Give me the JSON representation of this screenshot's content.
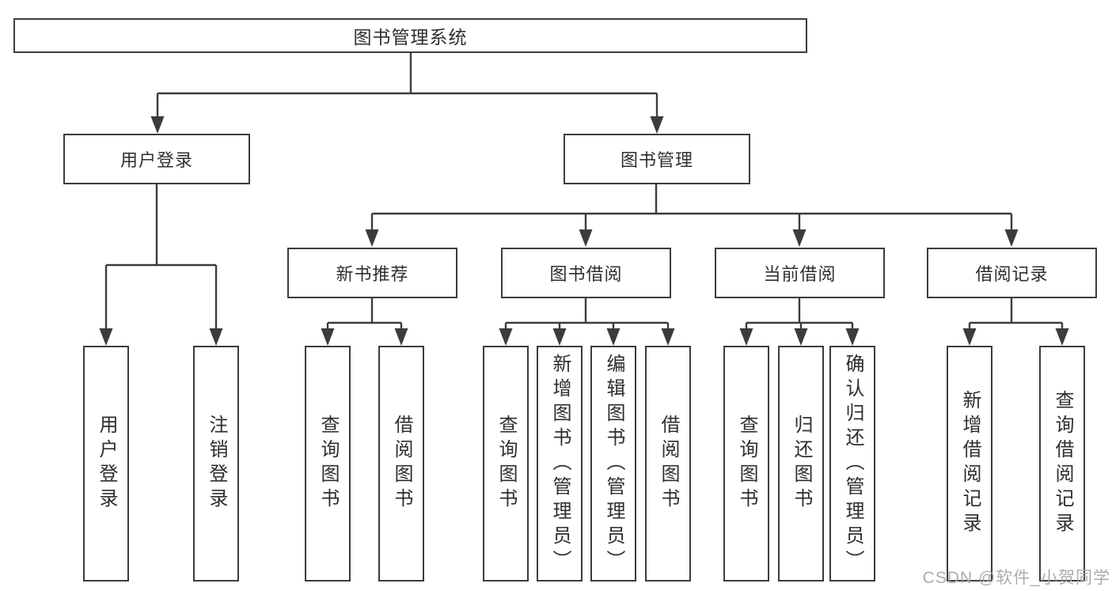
{
  "diagram_type": "functional-structure-tree",
  "colors": {
    "line": "#3c3c3c",
    "text": "#2e2e2e",
    "background": "#ffffff",
    "watermark": "#a4a8ad"
  },
  "tree": {
    "label": "图书管理系统",
    "children": [
      {
        "label": "用户登录",
        "children": [
          {
            "label": "用户登录"
          },
          {
            "label": "注销登录"
          }
        ]
      },
      {
        "label": "图书管理",
        "children": [
          {
            "label": "新书推荐",
            "children": [
              {
                "label": "查询图书"
              },
              {
                "label": "借阅图书"
              }
            ]
          },
          {
            "label": "图书借阅",
            "children": [
              {
                "label": "查询图书"
              },
              {
                "label": "新增图书（管理员）"
              },
              {
                "label": "编辑图书（管理员）"
              },
              {
                "label": "借阅图书"
              }
            ]
          },
          {
            "label": "当前借阅",
            "children": [
              {
                "label": "查询图书"
              },
              {
                "label": "归还图书"
              },
              {
                "label": "确认归还（管理员）"
              }
            ]
          },
          {
            "label": "借阅记录",
            "children": [
              {
                "label": "新增借阅记录"
              },
              {
                "label": "查询借阅记录"
              }
            ]
          }
        ]
      }
    ]
  },
  "watermark": "CSDN @软件_小贺同学"
}
